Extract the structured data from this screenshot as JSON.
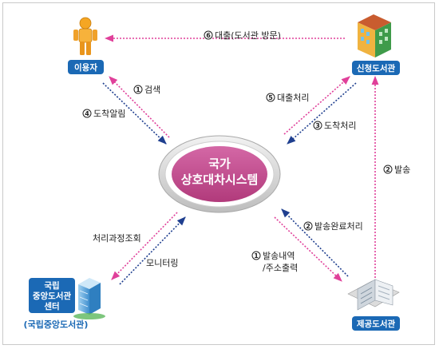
{
  "center": {
    "line1": "국가",
    "line2": "상호대차시스템"
  },
  "nodes": {
    "user": "이용자",
    "requesting_library": "신청도서관",
    "providing_library": "제공도서관",
    "national_library": {
      "line1": "국립",
      "line2": "중앙도서관",
      "line3": "센터",
      "caption": "(국립중앙도서관)"
    }
  },
  "flows": {
    "f1_search": {
      "num": "1",
      "text": "검색"
    },
    "f4_arrival_notice": {
      "num": "4",
      "text": "도착알림"
    },
    "f6_loan_visit": {
      "num": "6",
      "text": "대출(도서관 방문)"
    },
    "f5_loan_process": {
      "num": "5",
      "text": "대출처리"
    },
    "f3_arrival_process": {
      "num": "3",
      "text": "도착처리"
    },
    "f2_ship": {
      "num": "2",
      "text": "발송"
    },
    "f2_ship_complete": {
      "num": "2",
      "text": "발송완료처리"
    },
    "f1_ship_list": {
      "num": "1",
      "text": "발송내역",
      "text2": "/주소출력"
    },
    "status_inquiry": {
      "text": "처리과정조회"
    },
    "monitoring": {
      "text": "모니터링"
    }
  },
  "colors": {
    "pink_arrow": "#e0409a",
    "blue_arrow": "#1f3f8f",
    "node_label_bg": "#1b69b5",
    "center_fill": "#c2488a",
    "center_ring": "#d8d8d8"
  }
}
